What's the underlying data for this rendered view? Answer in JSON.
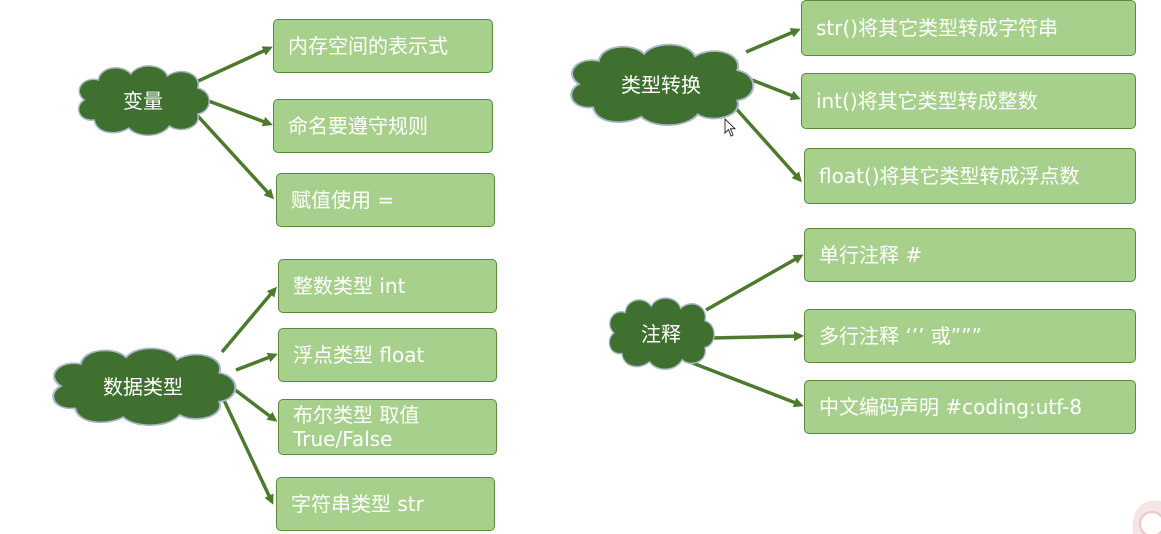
{
  "colors": {
    "cloud_fill": "#3f7030",
    "cloud_stroke": "#a9b7c6",
    "box_fill": "#a8d08d",
    "box_border": "#5a8a3c",
    "arrow": "#4e7a2e",
    "text": "#ffffff"
  },
  "groups": [
    {
      "id": "variable",
      "label": "变量",
      "items": [
        "内存空间的表示式",
        "命名要遵守规则",
        "赋值使用 ="
      ]
    },
    {
      "id": "data-types",
      "label": "数据类型",
      "items": [
        "整数类型  int",
        "浮点类型  float",
        "布尔类型 取值True/False",
        "字符串类型  str"
      ]
    },
    {
      "id": "type-conversion",
      "label": "类型转换",
      "items": [
        "str()将其它类型转成字符串",
        "int()将其它类型转成整数",
        "float()将其它类型转成浮点数"
      ]
    },
    {
      "id": "comments",
      "label": "注释",
      "items": [
        "单行注释  #",
        "多行注释 ‘’’  或”””",
        "中文编码声明  #coding:utf-8"
      ]
    }
  ],
  "icons": {
    "cursor": "mouse-pointer-icon",
    "corner": "corner-decoration-icon"
  }
}
